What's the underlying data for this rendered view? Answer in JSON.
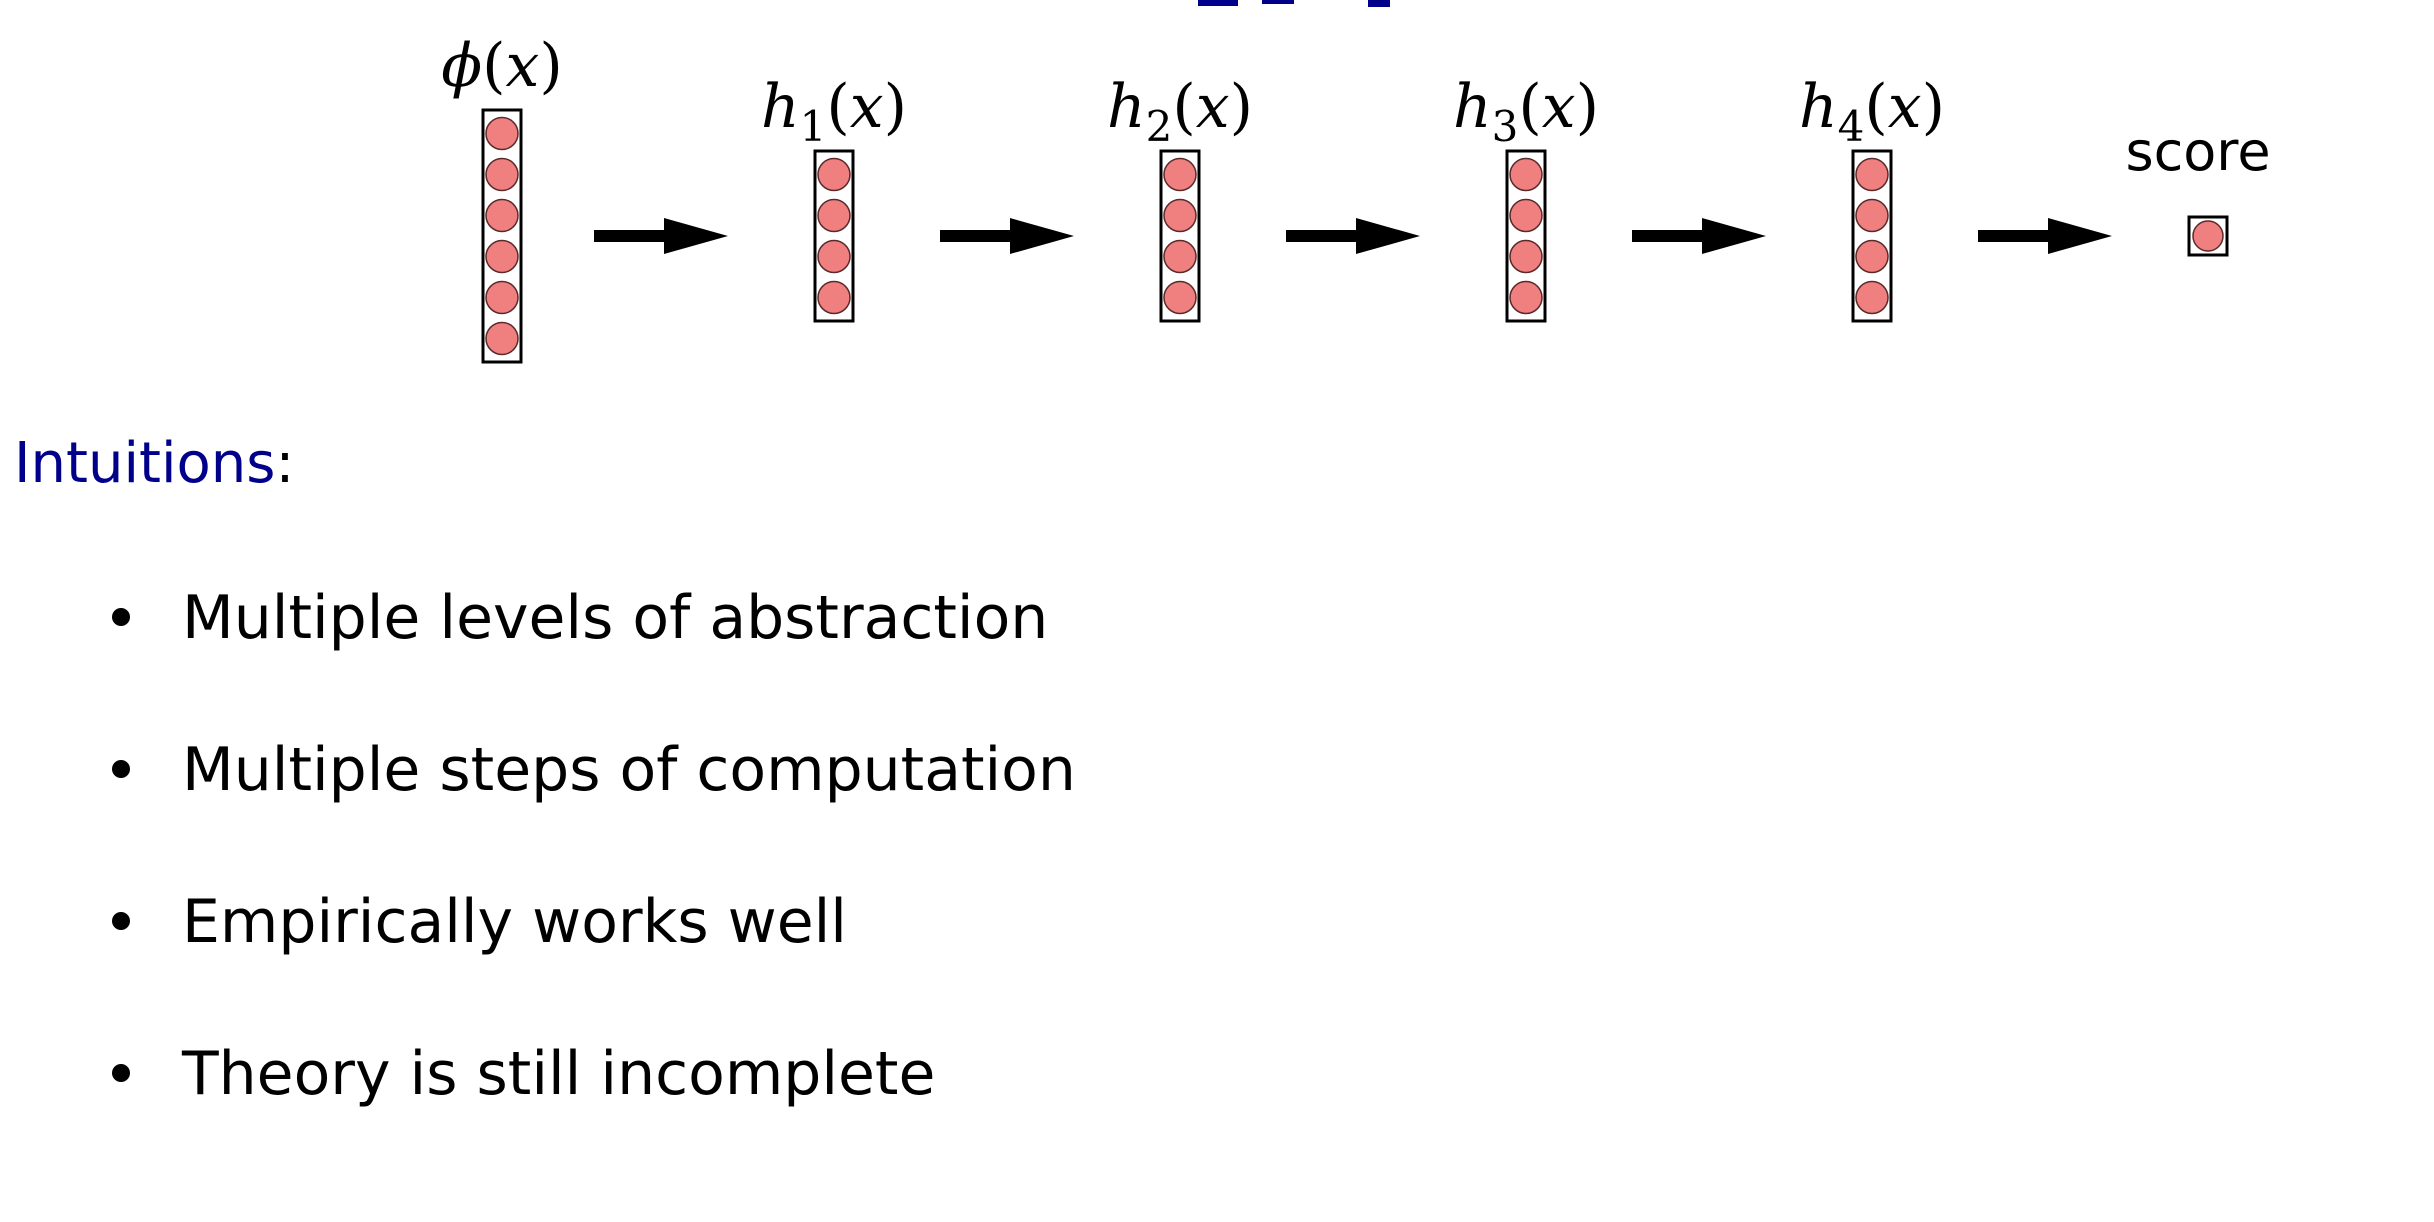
{
  "slide": {
    "intuitions_heading": "Intuitions",
    "intuitions_colon": ":",
    "bullets": [
      "Multiple levels of abstraction",
      "Multiple steps of computation",
      "Empirically works well",
      "Theory is still incomplete"
    ]
  },
  "network": {
    "layers": [
      {
        "var": "ϕ",
        "sub": "",
        "arg": "x",
        "units": 6
      },
      {
        "var": "h",
        "sub": "1",
        "arg": "x",
        "units": 4
      },
      {
        "var": "h",
        "sub": "2",
        "arg": "x",
        "units": 4
      },
      {
        "var": "h",
        "sub": "3",
        "arg": "x",
        "units": 4
      },
      {
        "var": "h",
        "sub": "4",
        "arg": "x",
        "units": 4
      }
    ],
    "output": {
      "label": "score",
      "units": 1
    }
  },
  "colors": {
    "accent": "#00008b",
    "neuron_fill": "#f08080",
    "stroke": "#000000"
  }
}
